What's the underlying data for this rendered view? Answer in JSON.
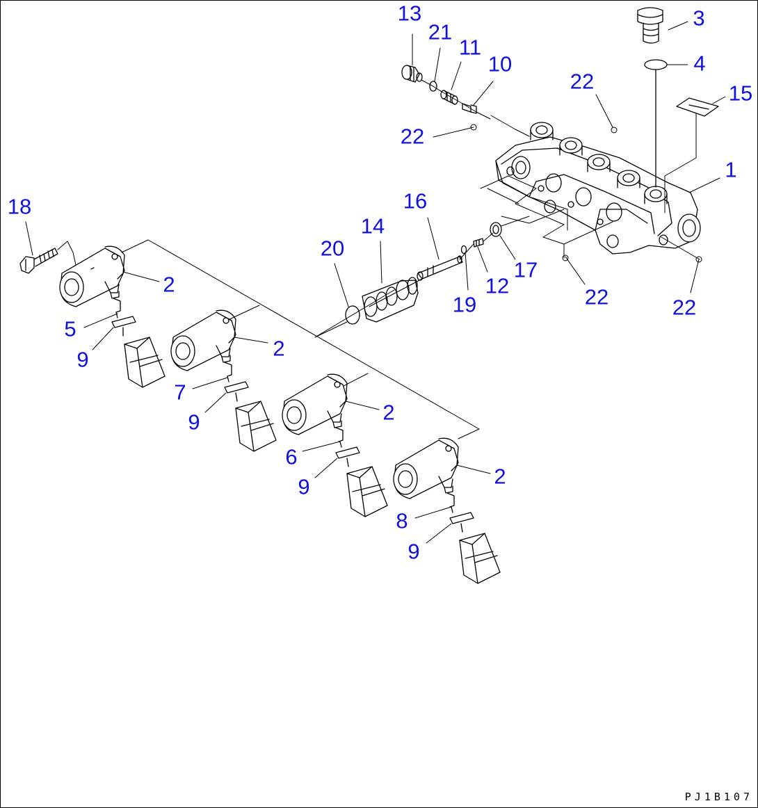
{
  "drawing": {
    "code": "PJ1B107",
    "callout_color": "#1010e0",
    "line_color": "#000000"
  },
  "callouts": [
    {
      "id": "c1",
      "text": "1"
    },
    {
      "id": "c3",
      "text": "3"
    },
    {
      "id": "c4",
      "text": "4"
    },
    {
      "id": "c15",
      "text": "15"
    },
    {
      "id": "c13",
      "text": "13"
    },
    {
      "id": "c21",
      "text": "21"
    },
    {
      "id": "c11",
      "text": "11"
    },
    {
      "id": "c10",
      "text": "10"
    },
    {
      "id": "c22a",
      "text": "22"
    },
    {
      "id": "c22b",
      "text": "22"
    },
    {
      "id": "c22c",
      "text": "22"
    },
    {
      "id": "c22d",
      "text": "22"
    },
    {
      "id": "c16",
      "text": "16"
    },
    {
      "id": "c14",
      "text": "14"
    },
    {
      "id": "c20",
      "text": "20"
    },
    {
      "id": "c17",
      "text": "17"
    },
    {
      "id": "c12",
      "text": "12"
    },
    {
      "id": "c19",
      "text": "19"
    },
    {
      "id": "c18",
      "text": "18"
    },
    {
      "id": "c2a",
      "text": "2"
    },
    {
      "id": "c2b",
      "text": "2"
    },
    {
      "id": "c2c",
      "text": "2"
    },
    {
      "id": "c2d",
      "text": "2"
    },
    {
      "id": "c5",
      "text": "5"
    },
    {
      "id": "c7",
      "text": "7"
    },
    {
      "id": "c6",
      "text": "6"
    },
    {
      "id": "c8",
      "text": "8"
    },
    {
      "id": "c9a",
      "text": "9"
    },
    {
      "id": "c9b",
      "text": "9"
    },
    {
      "id": "c9c",
      "text": "9"
    },
    {
      "id": "c9d",
      "text": "9"
    }
  ]
}
